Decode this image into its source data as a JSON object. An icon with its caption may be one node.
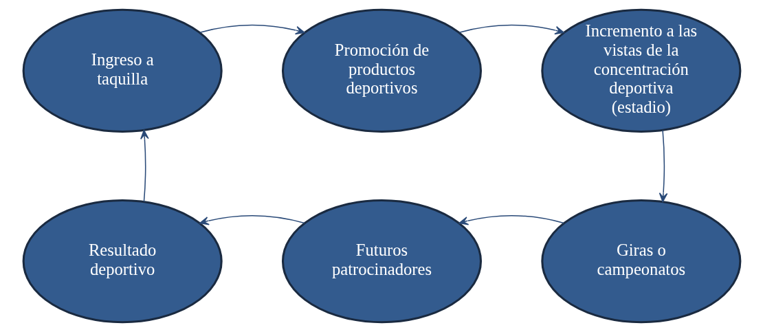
{
  "diagram": {
    "nodes": [
      {
        "text": [
          "Ingreso a taquilla"
        ]
      },
      {
        "text": [
          "Promoción de productos deportivos"
        ]
      },
      {
        "text": [
          "Incremento a las vistas de la concentración deportiva (estadio)"
        ]
      },
      {
        "text": [
          "Giras o campeonatos"
        ]
      },
      {
        "text": [
          "Futuros patrocinadores"
        ]
      },
      {
        "text": [
          "Resultado deportivo"
        ]
      }
    ],
    "edges": [
      {
        "from": 0,
        "to": 1,
        "arrow": "to"
      },
      {
        "from": 1,
        "to": 2,
        "arrow": "to"
      },
      {
        "from": 2,
        "to": 3,
        "arrow": "to"
      },
      {
        "from": 3,
        "to": 4,
        "arrow": "to"
      },
      {
        "from": 4,
        "to": 5,
        "arrow": "to"
      },
      {
        "from": 5,
        "to": 0,
        "arrow": "to"
      }
    ]
  }
}
